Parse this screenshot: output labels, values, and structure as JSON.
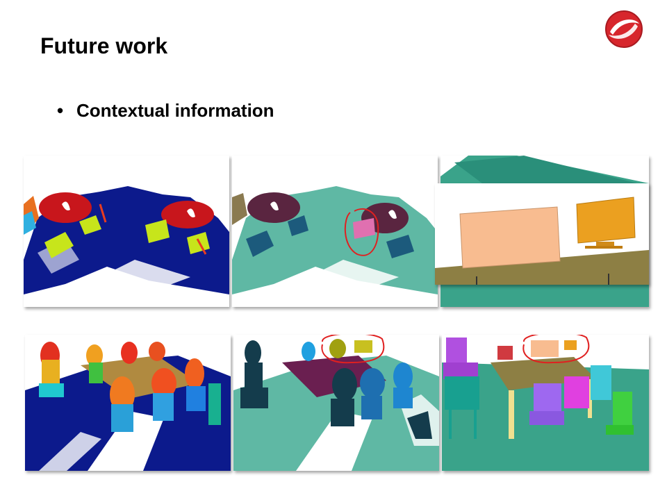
{
  "slide": {
    "title": "Future work",
    "bullets": [
      "Contextual information"
    ]
  },
  "logo": {
    "icon": "red-swirl-logo-icon",
    "color": "#d7262c"
  },
  "figure": {
    "rows": 2,
    "cols": 3,
    "highlight_color": "#e02020",
    "palette": {
      "ground_blue": "#0c1a8c",
      "ground_teal": "#5fb8a4",
      "floor_green": "#3aa38a",
      "table_red": "#c8161c",
      "table_maroon": "#5a2540",
      "table_olive": "#8d7f44"
    }
  }
}
